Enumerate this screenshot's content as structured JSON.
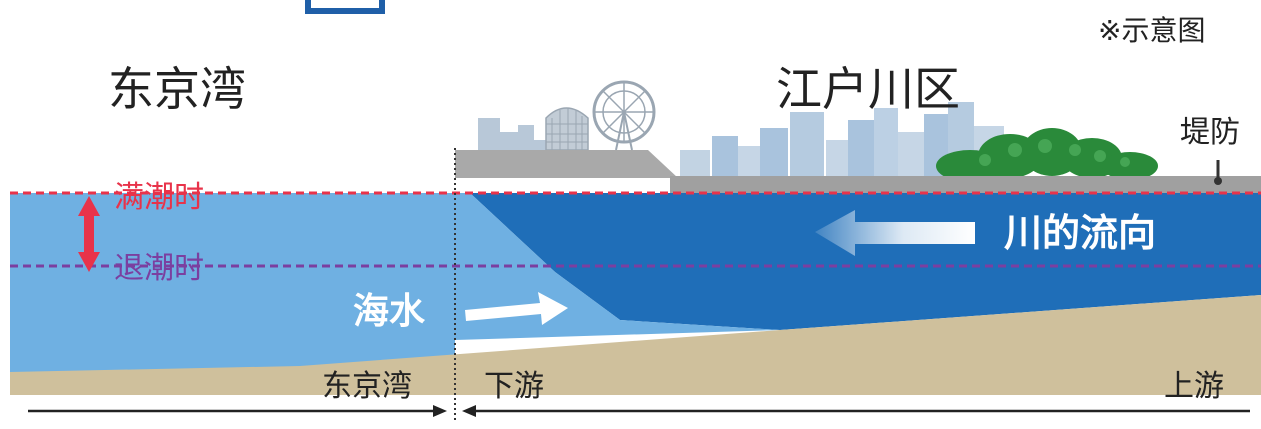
{
  "note": "※示意图",
  "left_region": "东京湾",
  "right_region": "江户川区",
  "levee_label": "堤防",
  "high_tide_label": "满潮时",
  "low_tide_label": "退潮时",
  "river_flow_label": "川的流向",
  "seawater_label": "海水",
  "bottom_left_label": "东京湾",
  "downstream_label": "下游",
  "upstream_label": "上游",
  "colors": {
    "high_tide_line": "#e8334a",
    "low_tide_line": "#7b3fa0",
    "river_water": "#1f6eb8",
    "sea_water": "#6fb0e2",
    "riverbed": "#cfc09c",
    "tide_arrow": "#e8334a",
    "trees": "#2a8a3a",
    "buildings": "#a9c3dd",
    "levee": "#9a9a9a"
  }
}
